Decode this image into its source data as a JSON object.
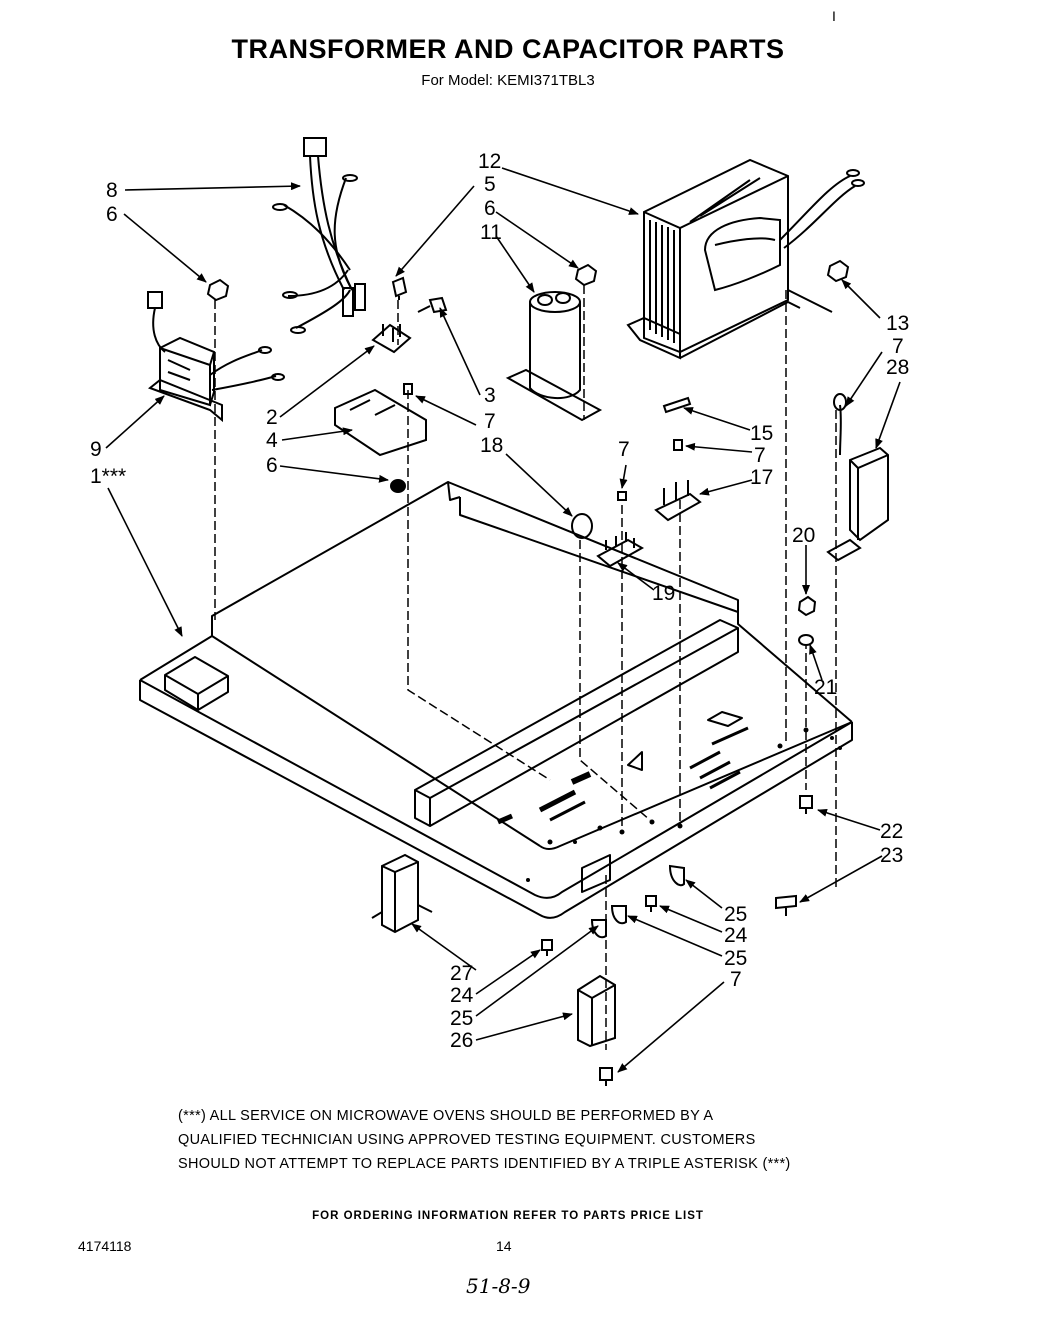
{
  "header": {
    "corner_mark": "I",
    "title": "TRANSFORMER AND CAPACITOR PARTS",
    "subtitle": "For Model: KEMI371TBL3"
  },
  "callouts": {
    "c8": "8",
    "c6a": "6",
    "c9": "9",
    "c1": "1***",
    "c2": "2",
    "c4": "4",
    "c6b": "6",
    "c5": "5",
    "c6c": "6",
    "c11": "11",
    "c12": "12",
    "c3": "3",
    "c7a": "7",
    "c18": "18",
    "c13": "13",
    "c7b": "7",
    "c28": "28",
    "c15": "15",
    "c7c": "7",
    "c7d": "7",
    "c17": "17",
    "c19": "19",
    "c20": "20",
    "c21": "21",
    "c22": "22",
    "c23": "23",
    "c25a": "25",
    "c24a": "24",
    "c25b": "25",
    "c7e": "7",
    "c27": "27",
    "c24b": "24",
    "c25c": "25",
    "c26": "26"
  },
  "note": {
    "line1": "(***) ALL SERVICE ON MICROWAVE OVENS SHOULD BE PERFORMED BY A",
    "line2": "QUALIFIED TECHNICIAN USING APPROVED TESTING EQUIPMENT.  CUSTOMERS",
    "line3": "SHOULD NOT ATTEMPT TO REPLACE PARTS IDENTIFIED BY A TRIPLE ASTERISK (***)"
  },
  "footer": {
    "ordering_info": "FOR ORDERING INFORMATION REFER TO PARTS PRICE LIST",
    "doc_number": "4174118",
    "page_number": "14",
    "handwritten": "51-8-9"
  }
}
